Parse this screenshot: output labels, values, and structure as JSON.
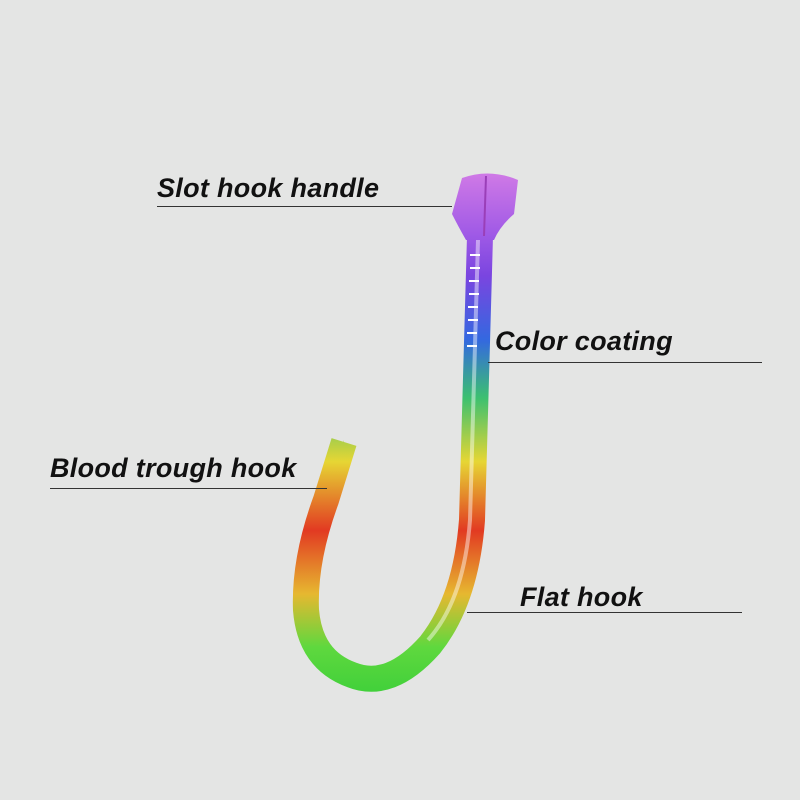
{
  "labels": {
    "slot_hook_handle": "Slot hook handle",
    "color_coating": "Color coating",
    "blood_trough_hook": "Blood trough hook",
    "flat_hook": "Flat hook"
  },
  "colors": {
    "background": "#e4e5e4",
    "gradient": [
      "#d27be6",
      "#7a45e0",
      "#3468e0",
      "#3cc070",
      "#e6d634",
      "#e23a22",
      "#5fd83e",
      "#3ccf3a"
    ]
  }
}
